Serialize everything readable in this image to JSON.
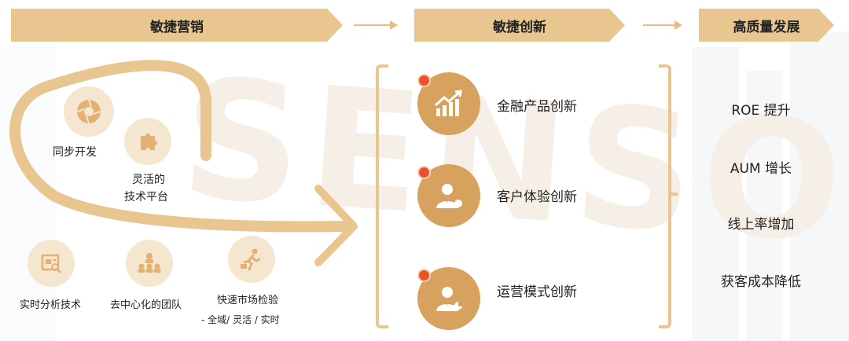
{
  "banners": {
    "agile_marketing": "敏捷营销",
    "agile_innovation": "敏捷创新",
    "quality_growth": "高质量发展"
  },
  "watermark": "SENSORS DATA",
  "marketing": {
    "sync_dev": "同步开发",
    "flex_platform_line1": "灵活的",
    "flex_platform_line2": "技术平台",
    "realtime_analysis": "实时分析技术",
    "decentralized_team": "去中心化的团队",
    "market_test_line1": "快速市场检验",
    "market_test_line2": "- 全域/  灵活  /  实时"
  },
  "innovations": [
    {
      "label": "金融产品创新",
      "icon": "growth-chart-icon"
    },
    {
      "label": "客户体验创新",
      "icon": "business-person-icon"
    },
    {
      "label": "运营模式创新",
      "icon": "business-person-chart-icon"
    }
  ],
  "results": [
    "ROE 提升",
    "AUM 增长",
    "线上率增加",
    "获客成本降低"
  ],
  "colors": {
    "gold": "#e9c58f",
    "icon_dark": "#d6a25e",
    "icon_light": "#f5e6d0",
    "dot": "#e8532c"
  }
}
